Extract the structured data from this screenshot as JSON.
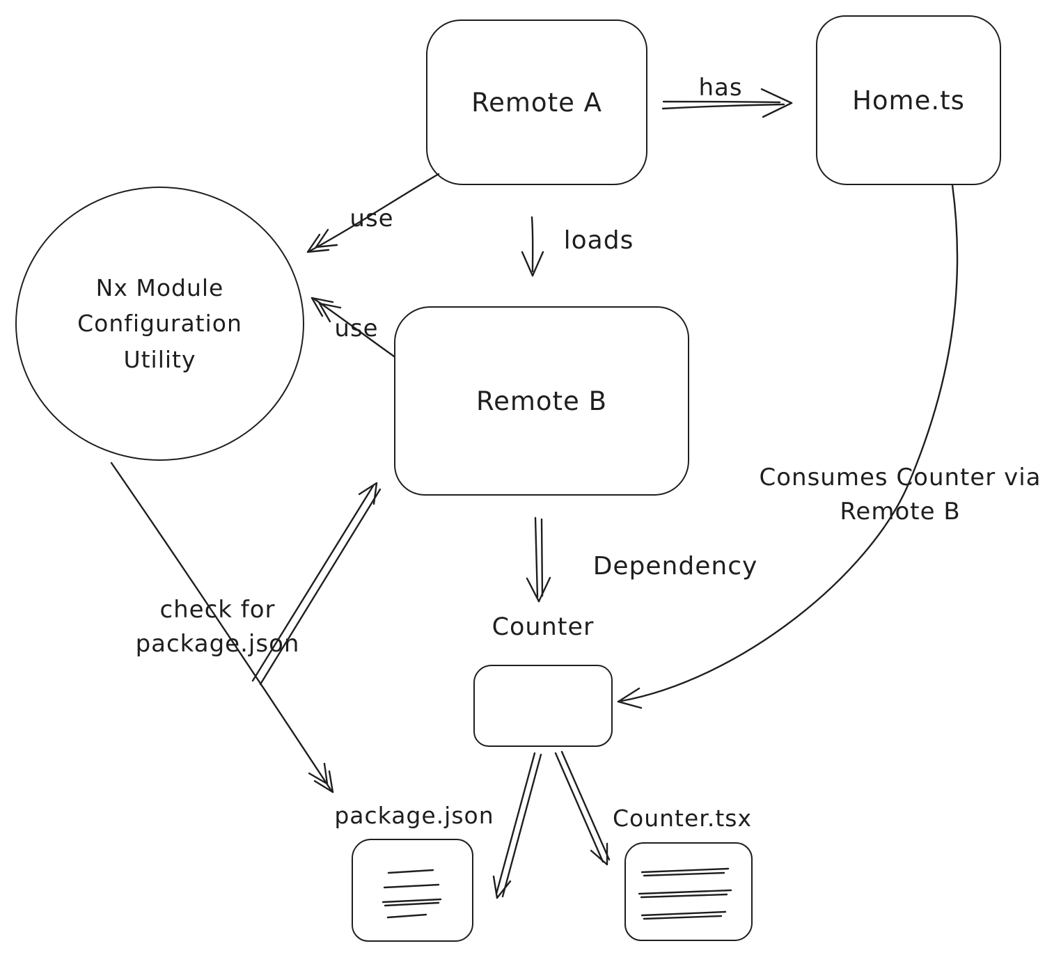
{
  "nodes": {
    "remote_a": {
      "label": "Remote A"
    },
    "home_ts": {
      "label": "Home.ts"
    },
    "nx_utility": {
      "label": "Nx Module\nConfiguration\nUtility"
    },
    "remote_b": {
      "label": "Remote B"
    },
    "counter": {
      "label": "Counter"
    },
    "package_json": {
      "label": "package.json"
    },
    "counter_tsx": {
      "label": "Counter.tsx"
    }
  },
  "edges": {
    "has": {
      "label": "has"
    },
    "loads": {
      "label": "loads"
    },
    "use_from_remote_a": {
      "label": "use"
    },
    "use_from_remote_b": {
      "label": "use"
    },
    "dependency": {
      "label": "Dependency"
    },
    "consumes": {
      "label": "Consumes Counter via\nRemote B"
    },
    "check_for_package_json": {
      "label": "check for\npackage.json"
    }
  },
  "colors": {
    "stroke": "#1e1e1e",
    "background": "#ffffff"
  }
}
